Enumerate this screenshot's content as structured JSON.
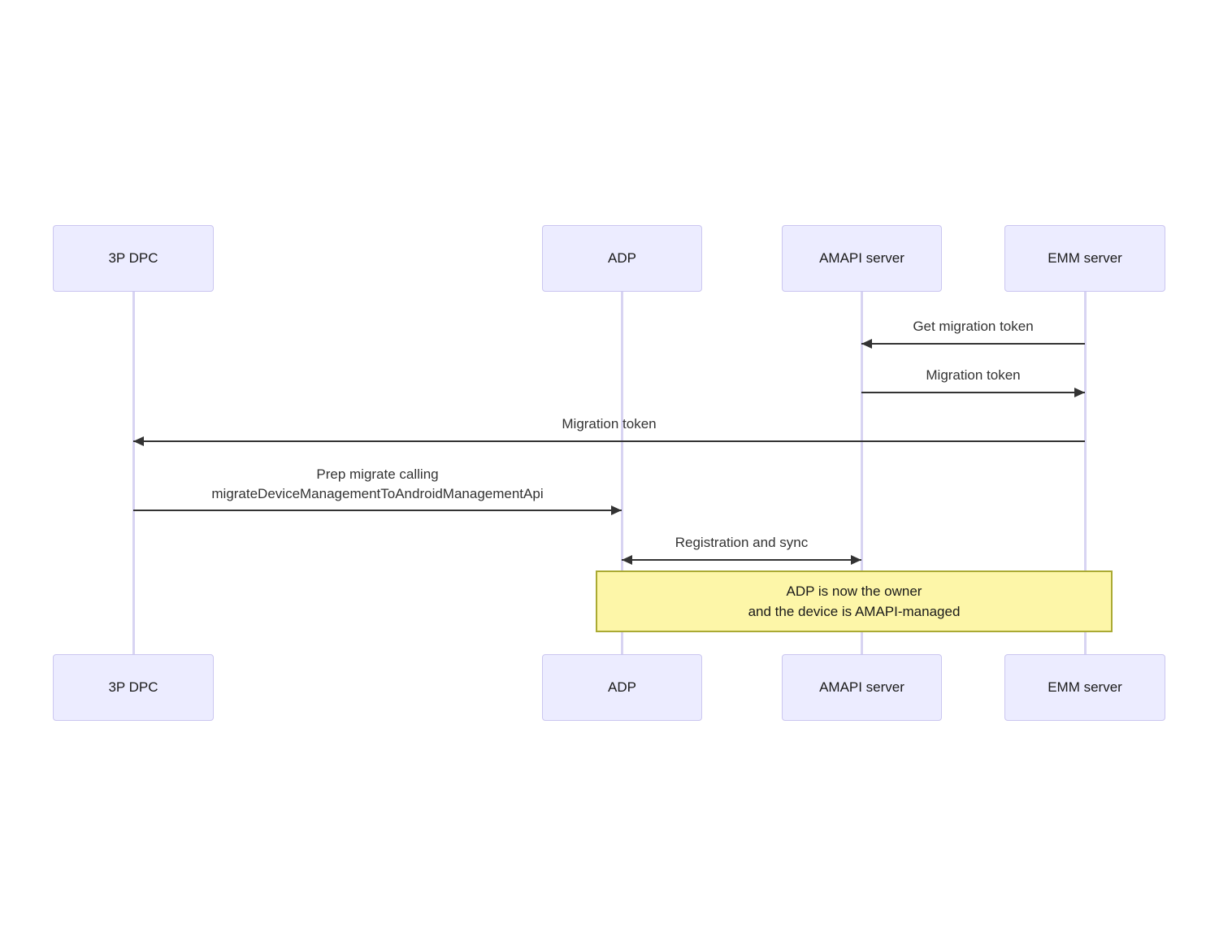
{
  "diagram": {
    "type": "sequence-diagram",
    "actors": [
      {
        "id": "3p-dpc",
        "label": "3P DPC"
      },
      {
        "id": "adp",
        "label": "ADP"
      },
      {
        "id": "amapi-server",
        "label": "AMAPI server"
      },
      {
        "id": "emm-server",
        "label": "EMM server"
      }
    ],
    "messages": [
      {
        "from": "EMM server",
        "to": "AMAPI server",
        "direction": "left",
        "label": "Get migration token"
      },
      {
        "from": "AMAPI server",
        "to": "EMM server",
        "direction": "right",
        "label": "Migration token"
      },
      {
        "from": "EMM server",
        "to": "3P DPC",
        "direction": "left",
        "label": "Migration token"
      },
      {
        "from": "3P DPC",
        "to": "ADP",
        "direction": "right",
        "lines": [
          "Prep migrate calling",
          "migrateDeviceManagementToAndroidManagementApi"
        ]
      },
      {
        "from": "ADP",
        "to": "AMAPI server",
        "direction": "both",
        "label": "Registration and sync"
      }
    ],
    "note": {
      "spans": [
        "ADP",
        "EMM server"
      ],
      "lines": [
        "ADP is now the owner",
        "and the device is AMAPI-managed"
      ]
    },
    "colors": {
      "actor_fill": "#ECECFF",
      "actor_border": "#CBC6F0",
      "lifeline": "#D8D4F2",
      "arrow": "#333333",
      "message_text": "#333333",
      "note_fill": "#FDF6A8",
      "note_border": "#AAAA33",
      "background": "#FFFFFF"
    }
  }
}
